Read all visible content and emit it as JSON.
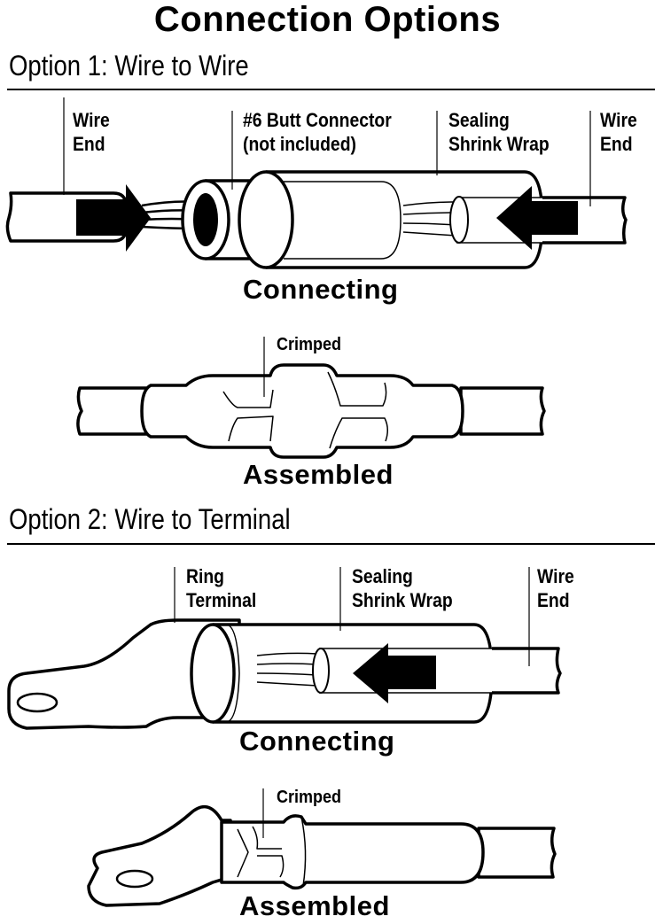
{
  "title": "Connection Options",
  "option1": {
    "heading": "Option 1: Wire to Wire",
    "connecting": {
      "labels": {
        "wire_end_left": [
          "Wire",
          "End"
        ],
        "butt_connector": [
          "#6 Butt Connector",
          "(not included)"
        ],
        "shrink_wrap": [
          "Sealing",
          "Shrink Wrap"
        ],
        "wire_end_right": [
          "Wire",
          "End"
        ]
      },
      "caption": "Connecting"
    },
    "assembled": {
      "callout": "Crimped",
      "caption": "Assembled"
    }
  },
  "option2": {
    "heading": "Option 2: Wire to Terminal",
    "connecting": {
      "labels": {
        "ring_terminal": [
          "Ring",
          "Terminal"
        ],
        "shrink_wrap": [
          "Sealing",
          "Shrink Wrap"
        ],
        "wire_end": [
          "Wire",
          "End"
        ]
      },
      "caption": "Connecting"
    },
    "assembled": {
      "callout": "Crimped",
      "caption": "Assembled"
    }
  },
  "colors": {
    "ink": "#000000",
    "paper": "#ffffff"
  }
}
